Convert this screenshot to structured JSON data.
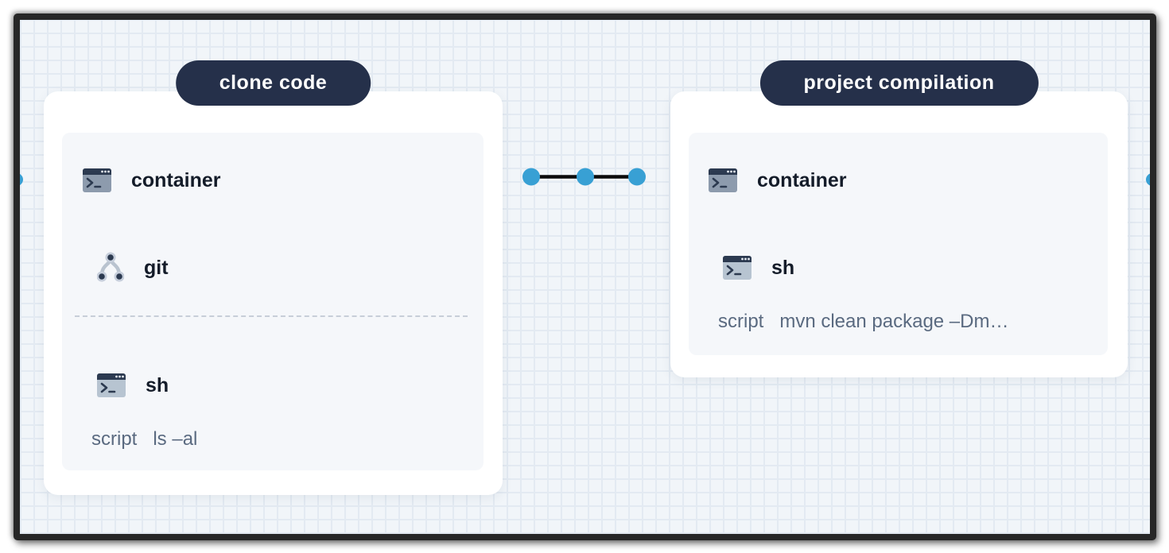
{
  "app": {
    "type": "pipeline-editor-canvas"
  },
  "colors": {
    "stage_pill_bg": "#25304a",
    "stage_card_bg": "#ffffff",
    "stage_panel_bg": "#f5f7fa",
    "label_text": "#141c29",
    "script_text": "#5a6a80",
    "connector_node_blue": "#38a0d4",
    "connector_line_black": "#0b0b0b",
    "icon_dark_navy": "#2c3a50",
    "icon_container_body": "#8d9bad",
    "icon_sh_body": "#b7c4d1",
    "grid_line": "#e3eaf2",
    "canvas_bg": "#f1f5f9"
  },
  "stages": [
    {
      "name": "clone code",
      "services": [
        {
          "icon": "terminal-window-icon",
          "label": "container"
        },
        {
          "icon": "git-branch-icon",
          "label": "git"
        }
      ],
      "steps": [
        {
          "icon": "terminal-window-icon",
          "label": "sh",
          "script_label": "script",
          "script": "ls –al"
        }
      ]
    },
    {
      "name": "project compilation",
      "services": [
        {
          "icon": "terminal-window-icon",
          "label": "container"
        }
      ],
      "steps": [
        {
          "icon": "terminal-window-icon",
          "label": "sh",
          "script_label": "script",
          "script": "mvn clean package –Dm…"
        }
      ]
    }
  ],
  "connector": {
    "node_count": 3,
    "offscreen_nodes": [
      "left-edge",
      "right-edge"
    ]
  }
}
